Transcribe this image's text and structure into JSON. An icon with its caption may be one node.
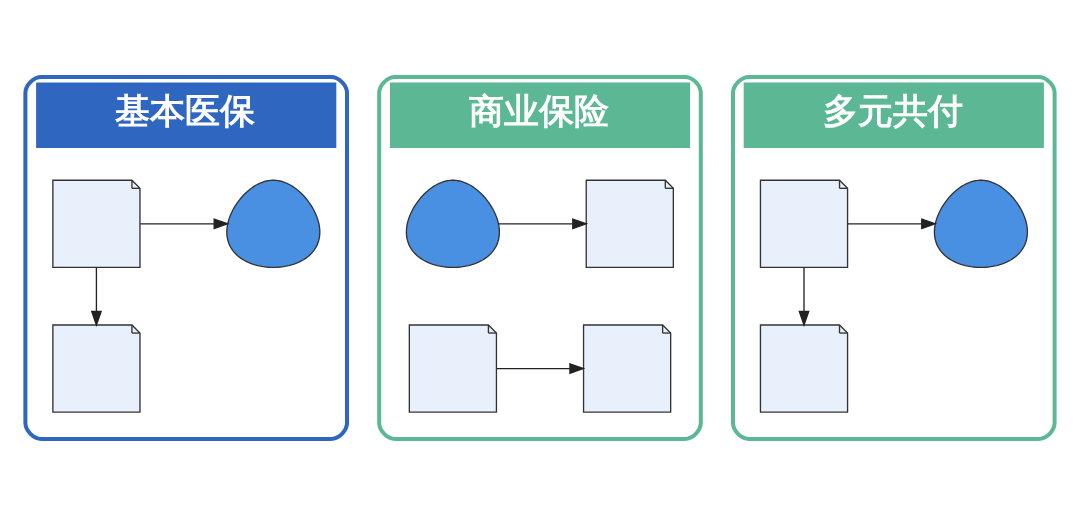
{
  "diagram": {
    "nodes": [
      {
        "text": [
          "基本医保"
        ]
      },
      {
        "text": [],
        "shape": "picture",
        "in": 0
      },
      {
        "text": [],
        "shape": "person",
        "in": 0
      },
      {
        "text": [],
        "shape": "picture",
        "in": 0
      },
      {
        "text": [
          "商业保险"
        ]
      },
      {
        "text": [],
        "shape": "person",
        "in": 4
      },
      {
        "text": [],
        "shape": "picture",
        "in": 4
      },
      {
        "text": [],
        "shape": "picture",
        "in": 4
      },
      {
        "text": [],
        "shape": "picture",
        "in": 4
      },
      {
        "text": [
          "多元共付"
        ]
      },
      {
        "text": [],
        "shape": "picture",
        "in": 9
      },
      {
        "text": [],
        "shape": "person",
        "in": 9
      },
      {
        "text": [],
        "shape": "picture",
        "in": 9
      }
    ],
    "edges": [
      {
        "from": 1,
        "to": 2,
        "arrow": "to"
      },
      {
        "from": 1,
        "to": 3,
        "arrow": "to"
      },
      {
        "from": 5,
        "to": 6,
        "arrow": "to"
      },
      {
        "from": 7,
        "to": 8,
        "arrow": "to"
      },
      {
        "from": 10,
        "to": 11,
        "arrow": "to"
      },
      {
        "from": 10,
        "to": 12,
        "arrow": "to"
      }
    ]
  }
}
